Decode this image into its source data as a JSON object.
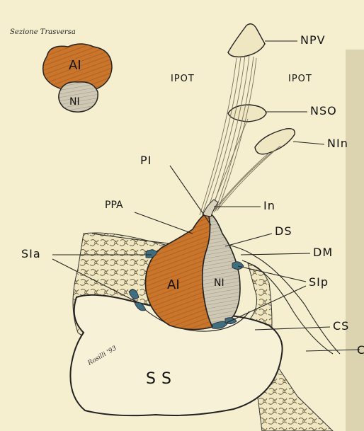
{
  "title": "Sezione Trasversa",
  "inset": {
    "top_label": "AI",
    "bottom_label": "NI"
  },
  "hypothalamus_labels": {
    "left": "IPOT",
    "right": "IPOT"
  },
  "labels": {
    "npv": "NPV",
    "nso": "NSO",
    "nin": "NIn",
    "pi": "PI",
    "ppa": "PPA",
    "in": "In",
    "ds": "DS",
    "dm": "DM",
    "sia": "SIa",
    "sip": "SIp",
    "cs": "CS",
    "c": "C",
    "ai": "AI",
    "ni": "NI",
    "ss": "SS"
  },
  "signature": "Rosilli '93",
  "colors": {
    "paper": "#f5efcf",
    "adenohypophysis": "#c9752b",
    "neurohypophysis": "#c8c2b0",
    "sinus": "#3f6f7e",
    "bone_texture": "#8a7a5a"
  }
}
